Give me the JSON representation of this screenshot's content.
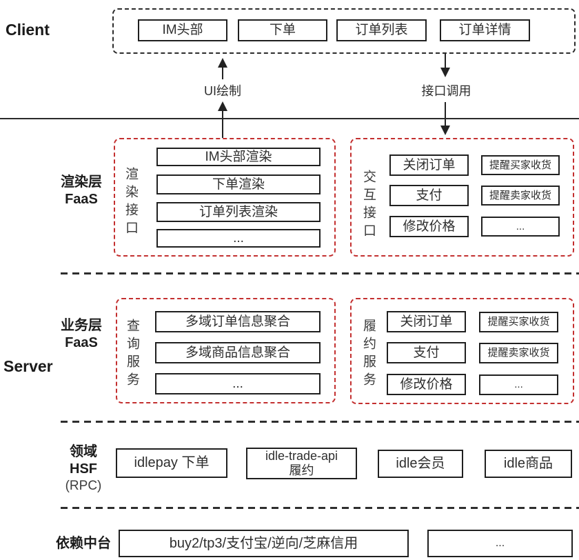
{
  "client": {
    "label": "Client",
    "screens": [
      "IM头部",
      "下单",
      "订单列表",
      "订单详情"
    ]
  },
  "arrows": {
    "ui_draw_label": "UI绘制",
    "api_call_label": "接口调用"
  },
  "server_label": "Server",
  "render_layer": {
    "title_line1": "渲染层",
    "title_line2": "FaaS",
    "render_api": {
      "side_label": "渲染接口",
      "items": [
        "IM头部渲染",
        "下单渲染",
        "订单列表渲染",
        "..."
      ]
    },
    "interact_api": {
      "side_label": "交互接口",
      "primary": [
        "关闭订单",
        "支付",
        "修改价格"
      ],
      "secondary": [
        "提醒买家收货",
        "提醒卖家收货",
        "..."
      ]
    }
  },
  "business_layer": {
    "title_line1": "业务层",
    "title_line2": "FaaS",
    "query_service": {
      "side_label": "查询服务",
      "items": [
        "多域订单信息聚合",
        "多域商品信息聚合",
        "..."
      ]
    },
    "fulfill_service": {
      "side_label": "履约服务",
      "primary": [
        "关闭订单",
        "支付",
        "修改价格"
      ],
      "secondary": [
        "提醒买家收货",
        "提醒卖家收货",
        "..."
      ]
    }
  },
  "hsf_layer": {
    "title_line1": "领域",
    "title_line2": "HSF",
    "title_line3": "(RPC)",
    "services": [
      {
        "lines": [
          "idlepay 下单",
          ""
        ]
      },
      {
        "lines": [
          "idle-trade-api",
          "履约"
        ]
      },
      {
        "lines": [
          "idle会员",
          ""
        ]
      },
      {
        "lines": [
          "idle商品",
          ""
        ]
      }
    ]
  },
  "platform_layer": {
    "title": "依赖中台",
    "items": [
      "buy2/tp3/支付宝/逆向/芝麻信用",
      "..."
    ]
  },
  "colors": {
    "accent_red": "#c32f2f",
    "ink": "#222222"
  }
}
